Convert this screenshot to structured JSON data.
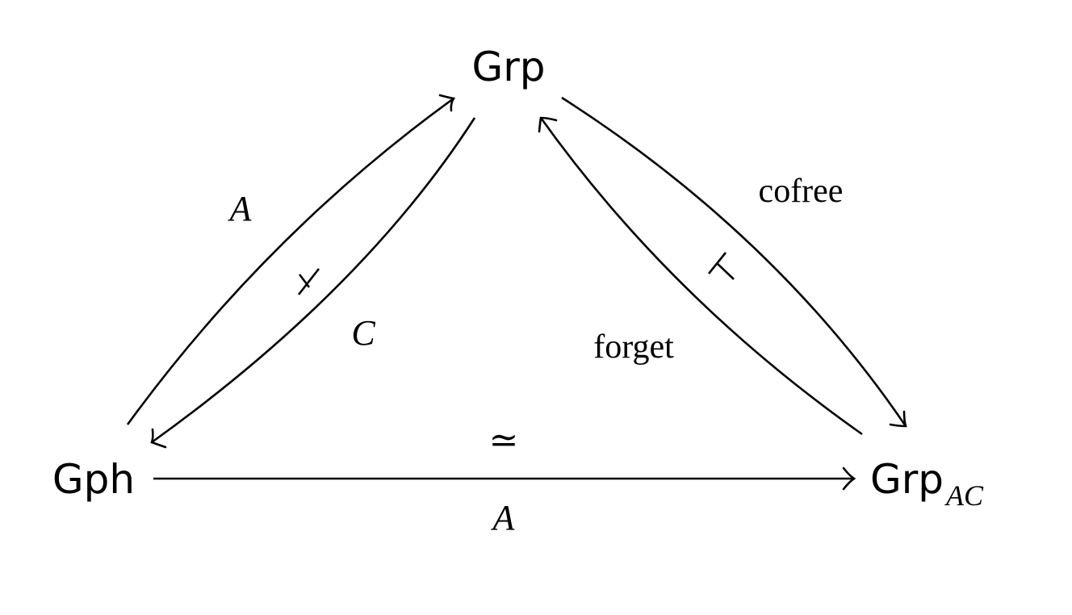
{
  "nodes": {
    "grp": "Grp",
    "gph": "Gph",
    "grp_ac": "Grp",
    "grp_ac_subscript": "AC"
  },
  "edges": {
    "gph_to_grp": "A",
    "grp_to_gph": "C",
    "grp_to_grp_ac": "cofree",
    "grp_ac_to_grp": "forget",
    "gph_to_grp_ac_top": "≃",
    "gph_to_grp_ac_bottom": "A"
  },
  "adjunctions": {
    "left": "⊥",
    "right": "⊤"
  },
  "colors": {
    "ink": "#000000",
    "background": "#ffffff"
  }
}
